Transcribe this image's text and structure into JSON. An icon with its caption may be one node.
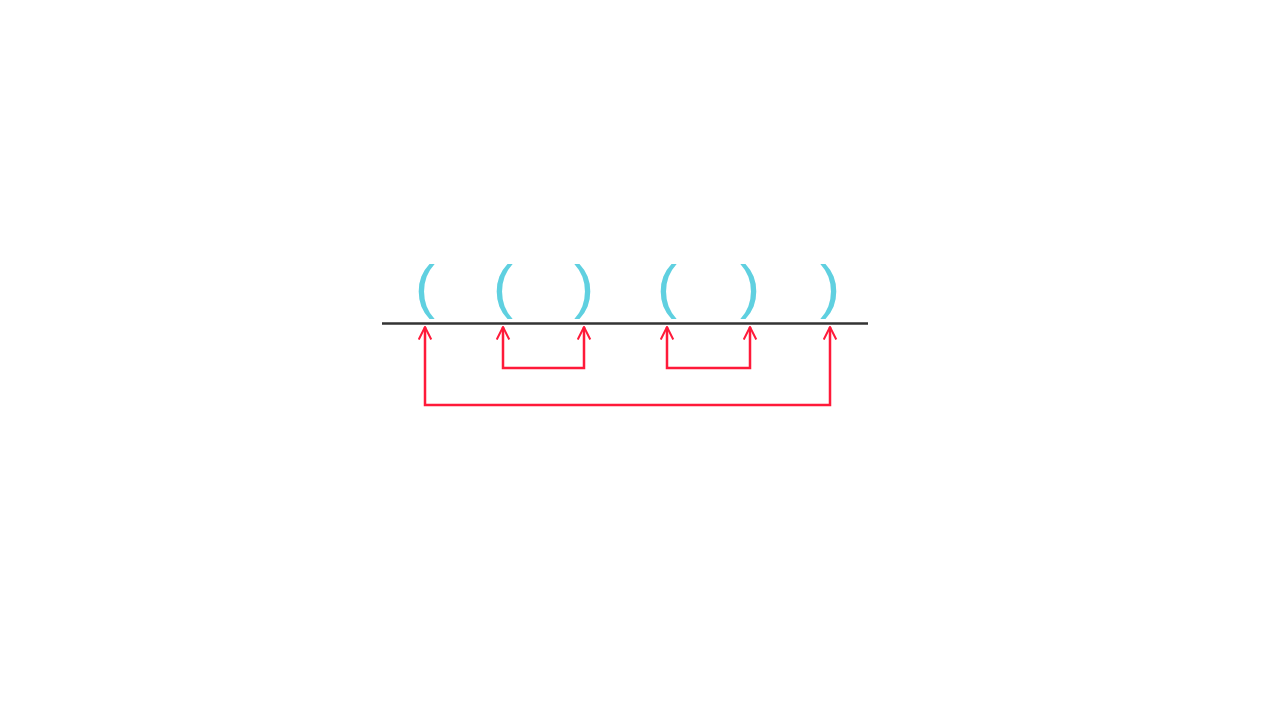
{
  "diagram": {
    "nodes": [
      {
        "text": [
          "("
        ]
      },
      {
        "text": [
          "("
        ]
      },
      {
        "text": [
          ")"
        ]
      },
      {
        "text": [
          "("
        ]
      },
      {
        "text": [
          ")"
        ]
      },
      {
        "text": [
          ")"
        ]
      }
    ],
    "edges": [
      {
        "from": 1,
        "to": 2,
        "arrow": "both"
      },
      {
        "from": 3,
        "to": 4,
        "arrow": "both"
      },
      {
        "from": 0,
        "to": 5,
        "arrow": "both"
      }
    ]
  }
}
